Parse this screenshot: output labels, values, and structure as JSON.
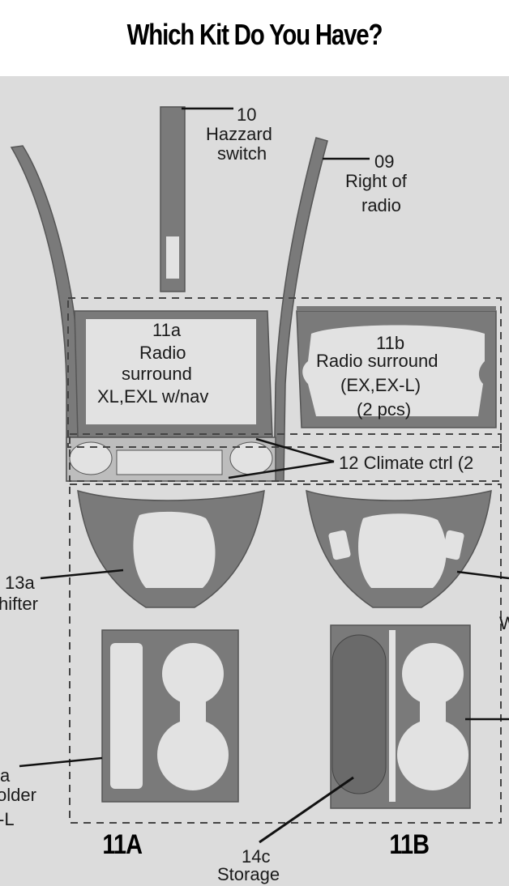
{
  "header": {
    "title": "Which Kit Do You Have?"
  },
  "labels": {
    "hazard": {
      "num": "10",
      "line1": "Hazzard",
      "line2": "switch"
    },
    "right_radio": {
      "num": "09",
      "line1": "Right of",
      "line2": "radio"
    },
    "radio_11a": {
      "line1": "11a",
      "line2": "Radio",
      "line3": "surround",
      "line4": "XL,EXL w/nav"
    },
    "radio_11b": {
      "line1": "11b",
      "line2": "Radio surround",
      "line3": "(EX,EX-L)",
      "line4": "(2 pcs)"
    },
    "climate": "12 Climate ctrl (2",
    "shifter": {
      "line1": "13a",
      "line2": "hifter"
    },
    "holder": {
      "line1": "a",
      "line2": "older",
      "line3": "-L"
    },
    "storage": {
      "line1": "14c",
      "line2": "Storage"
    },
    "w_partial": "W"
  },
  "kits": {
    "a": "11A",
    "b": "11B"
  },
  "colors": {
    "background": "#dcdcdc",
    "part_fill": "#7a7a7a",
    "part_light": "#e2e2e2",
    "outline": "#555555"
  }
}
